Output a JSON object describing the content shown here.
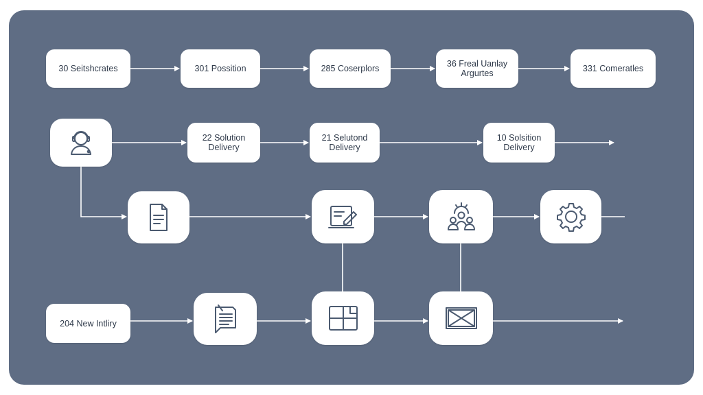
{
  "diagram": {
    "row1": [
      {
        "label": "30 Seitshcrates"
      },
      {
        "label": "301 Possition"
      },
      {
        "label": "285 Coserplors"
      },
      {
        "label": "36 Freal Uanlay Argurtes"
      },
      {
        "label": "331 Comeratles"
      }
    ],
    "row2": [
      {
        "label": "22 Solution Delivery"
      },
      {
        "label": "21 Selutond Delivery"
      },
      {
        "label": "10 Solsition Delivery"
      }
    ],
    "row4": [
      {
        "label": "204 New Intliry"
      }
    ],
    "icons": {
      "person": "person-headset-icon",
      "doc": "document-icon",
      "edit": "edit-form-icon",
      "team": "team-gear-icon",
      "gear": "gear-icon",
      "note": "clipboard-note-icon",
      "grid": "layout-grid-icon",
      "box": "crate-icon"
    },
    "colors": {
      "background": "#5f6d84",
      "node": "#ffffff",
      "line": "#ffffff",
      "icon_stroke": "#4b5a70"
    }
  }
}
